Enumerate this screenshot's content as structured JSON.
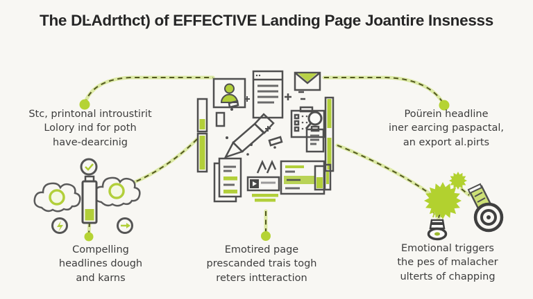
{
  "title": "The DĿAdrthct) of EFFECTIVE Landing Page Joantire Insnesss",
  "notes": {
    "top_left": {
      "lines": [
        "Stc, printonal introustirit",
        "Lolory ind for poth",
        "have-dearcinig"
      ]
    },
    "top_right": {
      "lines": [
        "Poürein headline",
        "iner earcing paspactal,",
        "an export al.pirts"
      ]
    },
    "bottom_left": {
      "lines": [
        "Compelling",
        "headlines dough",
        "and karns"
      ]
    },
    "bottom_middle": {
      "lines": [
        "Emotired page",
        "prescanded trais togh",
        "reters intteraction"
      ]
    },
    "bottom_right": {
      "lines": [
        "Emotional triggers",
        "the pes of malacher",
        "ulterts of chapping"
      ]
    }
  },
  "colors": {
    "background": "#f8f7f3",
    "accent_green": "#b2cf3a",
    "accent_green_bright": "#b5d334",
    "connector_dark": "#51571f",
    "connector_light": "#dce9a4",
    "outline_gray": "#4f4f4f",
    "text": "#3c3c3c",
    "title": "#262626"
  },
  "icons": [
    "person-card-icon",
    "document-icon",
    "envelope-icon",
    "checklist-icon",
    "magnifier-icon",
    "id-badge-icon",
    "pencil-icon",
    "ruler-bar-icon",
    "browser-card-icon",
    "play-banner-icon",
    "mockup-card-icon",
    "m-marks-icon",
    "cloud-icon",
    "battery-icon",
    "gauge-check-icon",
    "gauge-lightning-icon",
    "gauge-arrow-icon",
    "starburst-icon",
    "megaphone-icon",
    "stamp-icon"
  ]
}
